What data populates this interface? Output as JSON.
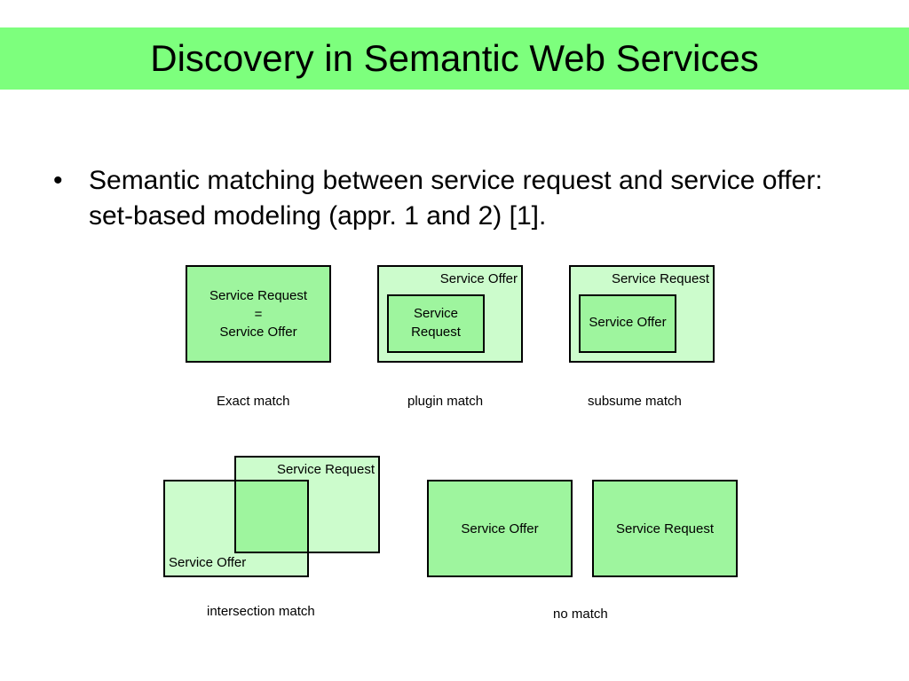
{
  "slide": {
    "title": "Discovery in Semantic Web Services",
    "bullet_marker": "•",
    "bullet_text": "Semantic matching between service request and service offer: set-based modeling (appr. 1 and 2) [1]."
  },
  "diagram": {
    "exact": {
      "line1": "Service Request",
      "line2": "=",
      "line3": "Service Offer",
      "caption": "Exact match"
    },
    "plugin": {
      "outer_label": "Service Offer",
      "inner_line1": "Service",
      "inner_line2": "Request",
      "caption": "plugin match"
    },
    "subsume": {
      "outer_label": "Service Request",
      "inner_label": "Service Offer",
      "caption": "subsume match"
    },
    "intersection": {
      "request_label": "Service Request",
      "offer_label": "Service Offer",
      "caption": "intersection match"
    },
    "nomatch": {
      "offer_label": "Service Offer",
      "request_label": "Service Request",
      "caption": "no match"
    }
  },
  "colors": {
    "title_band": "#7dff7d",
    "dark_fill": "#9ef59e",
    "light_fill": "#ccfccc"
  }
}
